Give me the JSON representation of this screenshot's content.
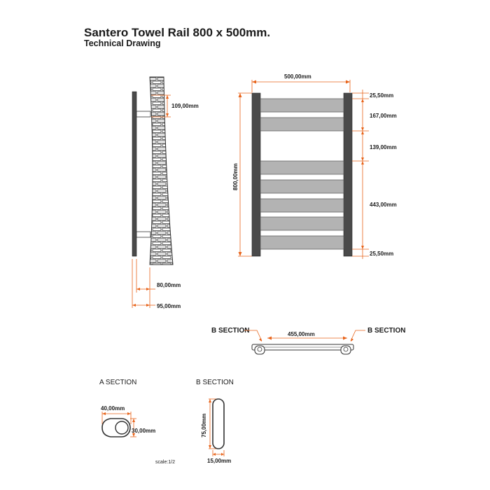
{
  "title": "Santero Towel Rail 800 x 500mm.",
  "subtitle": "Technical Drawing",
  "side_view": {
    "depth_label": "109,00mm",
    "wall_offset_label": "80,00mm",
    "total_depth_label": "95,00mm"
  },
  "front_view": {
    "width_label": "500,00mm",
    "height_label": "800,00mm",
    "top_margin_label": "25,50mm",
    "top_group_label": "167,00mm",
    "gap_label": "139,00mm",
    "bottom_group_label": "443,00mm",
    "bottom_margin_label": "25,50mm"
  },
  "b_section_plan": {
    "left_label": "B SECTION",
    "right_label": "B SECTION",
    "span_label": "455,00mm"
  },
  "a_section": {
    "heading": "A SECTION",
    "width_label": "40,00mm",
    "height_label": "30,00mm"
  },
  "b_section": {
    "heading": "B SECTION",
    "height_label": "75,00mm",
    "width_label": "15,00mm"
  },
  "scale": "scale:1/2",
  "colors": {
    "dimension_line": "#e8641b",
    "frame": "#4a4a4a",
    "bar_fill": "#b3b3b3",
    "text": "#1a1a1a"
  }
}
